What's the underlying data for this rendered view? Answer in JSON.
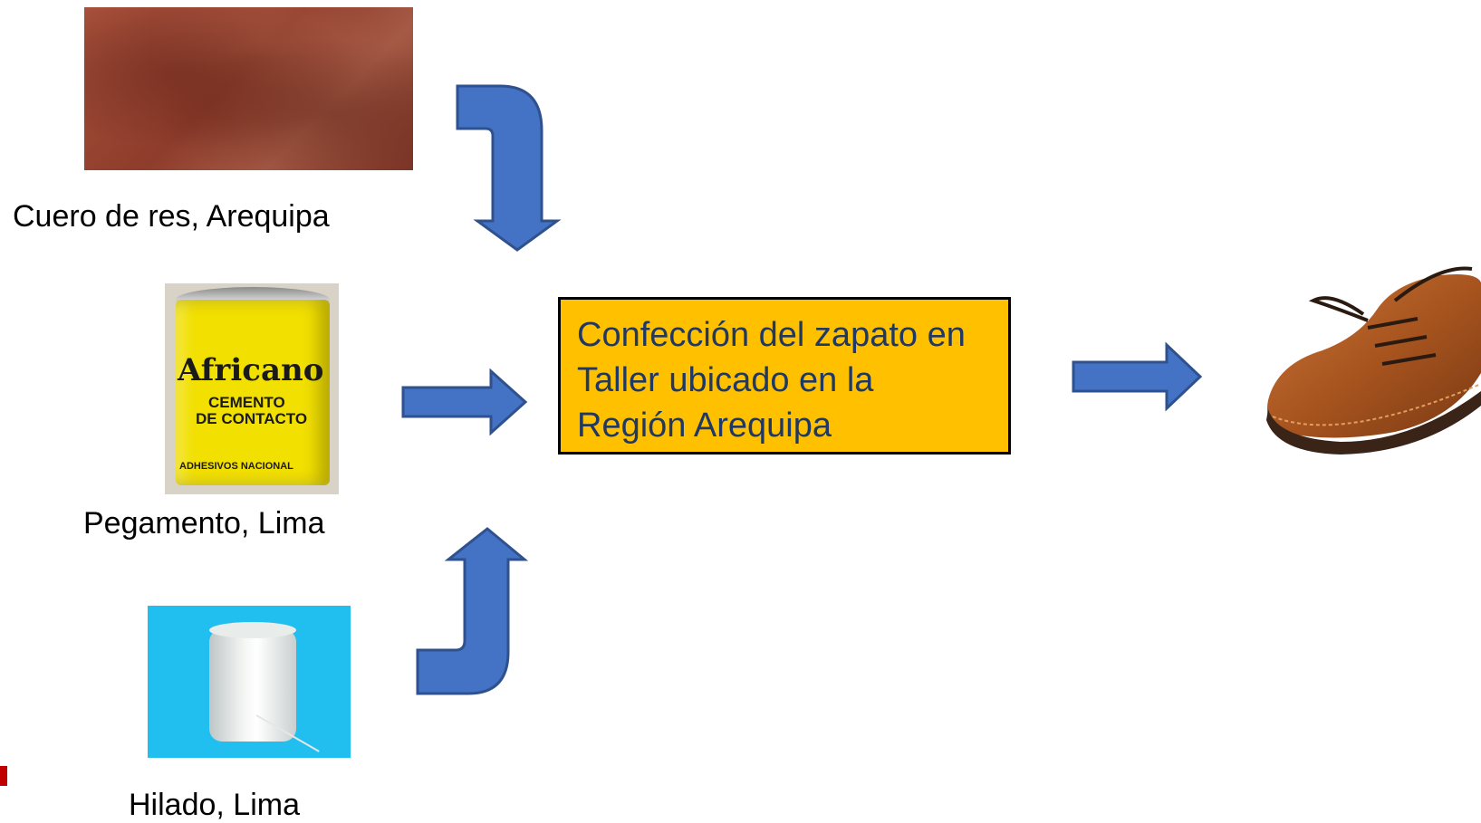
{
  "inputs": [
    {
      "label": "Cuero de res, Arequipa",
      "icon": "leather-texture-image"
    },
    {
      "label": "Pegamento, Lima",
      "icon": "glue-can-image",
      "product_text": [
        "Africano",
        "CEMENTO",
        "DE CONTACTO",
        "ADHESIVOS NACIONAL"
      ]
    },
    {
      "label": "Hilado, Lima",
      "icon": "thread-spool-image"
    }
  ],
  "process": {
    "text": "Confección del zapato en Taller ubicado en la Región Arequipa"
  },
  "output": {
    "icon": "leather-shoe-image"
  },
  "colors": {
    "arrow": "#4472c4",
    "arrow_border": "#2f528f",
    "process_fill": "#ffc000",
    "process_text": "#1f3864"
  }
}
